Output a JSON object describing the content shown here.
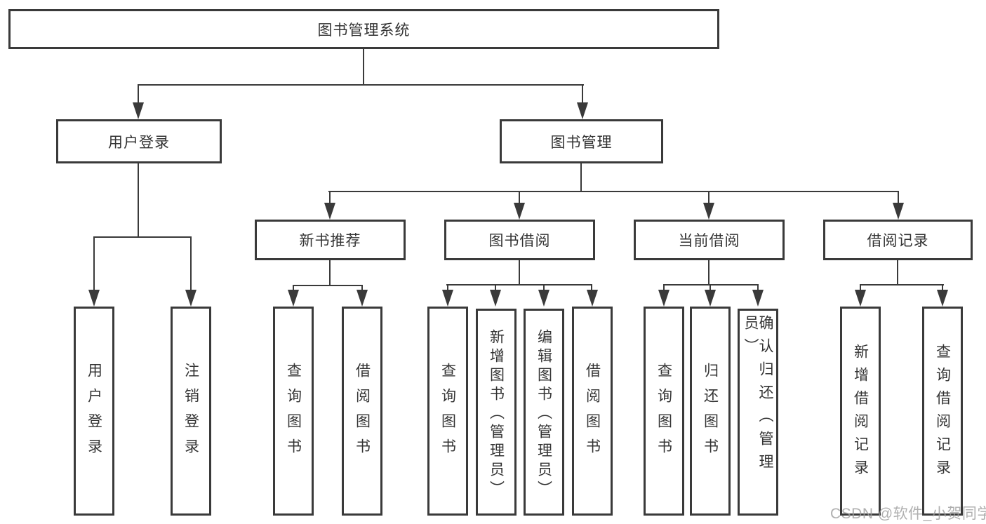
{
  "title": "图书管理系统",
  "nodes": {
    "root": "图书管理系统",
    "user_login": "用户登录",
    "book_mgmt": "图书管理",
    "login_children": [
      "用户登录",
      "注销登录"
    ],
    "groups": [
      "新书推荐",
      "图书借阅",
      "当前借阅",
      "借阅记录"
    ],
    "new_book_children": [
      "查询图书",
      "借阅图书"
    ],
    "book_borrow_children": [
      "查询图书",
      "新增图书（管理员）",
      "编辑图书（管理员）",
      "借阅图书"
    ],
    "current_borrow_children": [
      "查询图书",
      "归还图书",
      "确认归还（管理员）"
    ],
    "borrow_record_children": [
      "新增借阅记录",
      "查询借阅记录"
    ]
  },
  "watermark": "CSDN @软件_小贺同学",
  "colors": {
    "line": "#3a3a3a",
    "text": "#333333",
    "background": "#ffffff",
    "watermark": "#9e9e9e"
  }
}
